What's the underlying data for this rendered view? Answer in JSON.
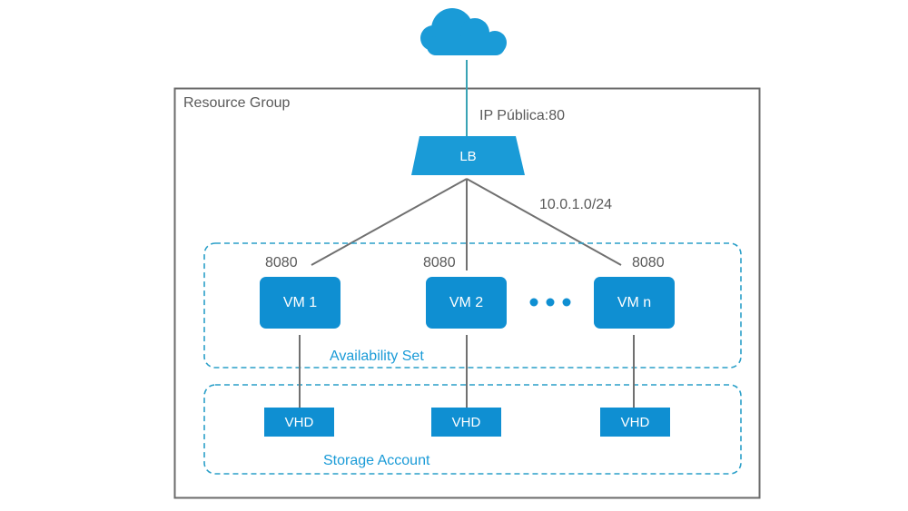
{
  "resource_group": {
    "label": "Resource Group"
  },
  "public_ip": {
    "label": "IP Pública:80"
  },
  "load_balancer": {
    "label": "LB"
  },
  "subnet": {
    "label": "10.0.1.0/24"
  },
  "availability_set": {
    "label": "Availability Set",
    "vms": [
      {
        "label": "VM 1",
        "port": "8080"
      },
      {
        "label": "VM 2",
        "port": "8080"
      },
      {
        "label": "VM n",
        "port": "8080"
      }
    ]
  },
  "storage_account": {
    "label": "Storage Account",
    "disks": [
      {
        "label": "VHD"
      },
      {
        "label": "VHD"
      },
      {
        "label": "VHD"
      }
    ]
  },
  "colors": {
    "azure_blue": "#0f8fd2",
    "cloud_blue": "#1a9bd7",
    "dashed_border": "#2a9fc8",
    "connector_gray": "#707070",
    "teal_link": "#3aa3b5",
    "frame_gray": "#6b6b6b"
  },
  "icons": {
    "cloud": "cloud-icon",
    "ellipsis": "ellipsis-icon"
  }
}
